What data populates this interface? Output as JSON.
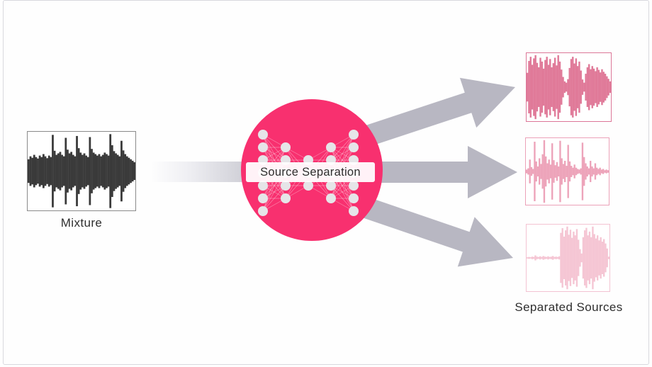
{
  "canvas": {
    "background": "#fefefe",
    "frame_border_color": "#d8d8de",
    "text_color": "#2e2e2e"
  },
  "mixture": {
    "label": "Mixture",
    "box_border": "#8a8a8a",
    "wave_color": "#3a3a3a",
    "samples": [
      0.32,
      0.4,
      0.36,
      0.44,
      0.38,
      0.34,
      0.42,
      0.38,
      0.46,
      0.4,
      0.35,
      0.42,
      0.38,
      0.98,
      0.55,
      0.44,
      0.48,
      0.52,
      0.44,
      0.4,
      0.9,
      0.58,
      0.48,
      0.52,
      0.44,
      0.4,
      0.95,
      0.62,
      0.5,
      0.44,
      0.48,
      0.42,
      0.38,
      0.92,
      0.6,
      0.5,
      0.46,
      0.42,
      0.46,
      0.4,
      0.44,
      0.5,
      0.46,
      0.42,
      1.0,
      0.7,
      0.54,
      0.48,
      0.44,
      0.4,
      0.82,
      0.56,
      0.46,
      0.4,
      0.36,
      0.32,
      0.28,
      0.24
    ]
  },
  "separator": {
    "label": "Source Separation",
    "circle_color": "#f8306f",
    "node_color": "#e6e5e8",
    "edge_color": "rgba(255,255,255,0.42)",
    "label_bg": "rgba(255,253,254,0.95)",
    "label_text_color": "#2d2d2d",
    "network_columns": [
      7,
      5,
      3,
      5,
      7
    ]
  },
  "separated": {
    "label": "Separated Sources",
    "sources": [
      {
        "name": "separated-source-1",
        "wave_color": "#e07a99",
        "box_border": "#dc7697",
        "samples": [
          0.45,
          0.82,
          0.95,
          0.7,
          0.9,
          1.0,
          0.76,
          0.62,
          0.92,
          0.8,
          0.58,
          0.85,
          0.95,
          0.7,
          0.88,
          0.62,
          0.75,
          0.92,
          0.68,
          1.0,
          0.8,
          0.55,
          0.32,
          0.18,
          0.14,
          0.25,
          0.6,
          0.88,
          0.95,
          0.74,
          0.9,
          0.66,
          0.8,
          0.52,
          0.24,
          0.14,
          0.42,
          0.62,
          0.72,
          0.56,
          0.66,
          0.58,
          0.5,
          0.62,
          0.54,
          0.46,
          0.56,
          0.48,
          0.42,
          0.34,
          0.26,
          0.18
        ]
      },
      {
        "name": "separated-source-2",
        "wave_color": "#eda4ba",
        "box_border": "#eba1b8",
        "samples": [
          0.06,
          0.1,
          0.38,
          0.14,
          0.08,
          0.95,
          0.32,
          0.16,
          0.42,
          0.24,
          0.55,
          1.0,
          0.48,
          0.26,
          0.38,
          0.22,
          0.9,
          0.36,
          0.2,
          0.3,
          0.16,
          0.98,
          0.42,
          0.24,
          0.34,
          0.18,
          0.85,
          0.32,
          0.18,
          0.12,
          0.22,
          0.12,
          0.08,
          0.06,
          0.1,
          0.92,
          0.46,
          0.26,
          0.16,
          0.1,
          0.34,
          0.16,
          0.1,
          0.26,
          0.12,
          0.08,
          0.12,
          0.06,
          0.08,
          0.04,
          0.06,
          0.04
        ]
      },
      {
        "name": "separated-source-3",
        "wave_color": "#f5c6d4",
        "box_border": "#f3c3d2",
        "samples": [
          0.02,
          0.03,
          0.02,
          0.04,
          0.03,
          0.08,
          0.04,
          0.03,
          0.05,
          0.03,
          0.06,
          0.04,
          0.03,
          0.05,
          0.03,
          0.04,
          0.06,
          0.03,
          0.04,
          0.03,
          0.05,
          0.8,
          0.95,
          0.68,
          0.88,
          1.0,
          0.74,
          0.9,
          0.64,
          0.84,
          0.72,
          0.92,
          0.58,
          0.28,
          0.14,
          0.66,
          0.88,
          0.96,
          0.72,
          0.84,
          0.66,
          1.0,
          0.76,
          0.62,
          0.72,
          0.56,
          0.66,
          0.52,
          0.6,
          0.46,
          0.3,
          0.04
        ]
      }
    ]
  },
  "arrows": {
    "color": "#b8b7c2",
    "input_gradient_from": "#efeff3",
    "input_gradient_to": "#c8c8d0"
  }
}
